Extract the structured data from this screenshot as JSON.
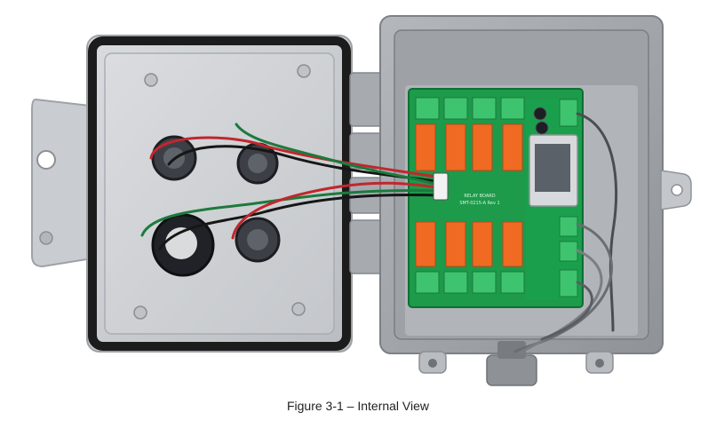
{
  "figure": {
    "caption": "Figure 3-1 – Internal View",
    "pcb_silkscreen": {
      "line1": "RELAY BOARD",
      "line2": "SMT-0215-A Rev 1"
    }
  }
}
